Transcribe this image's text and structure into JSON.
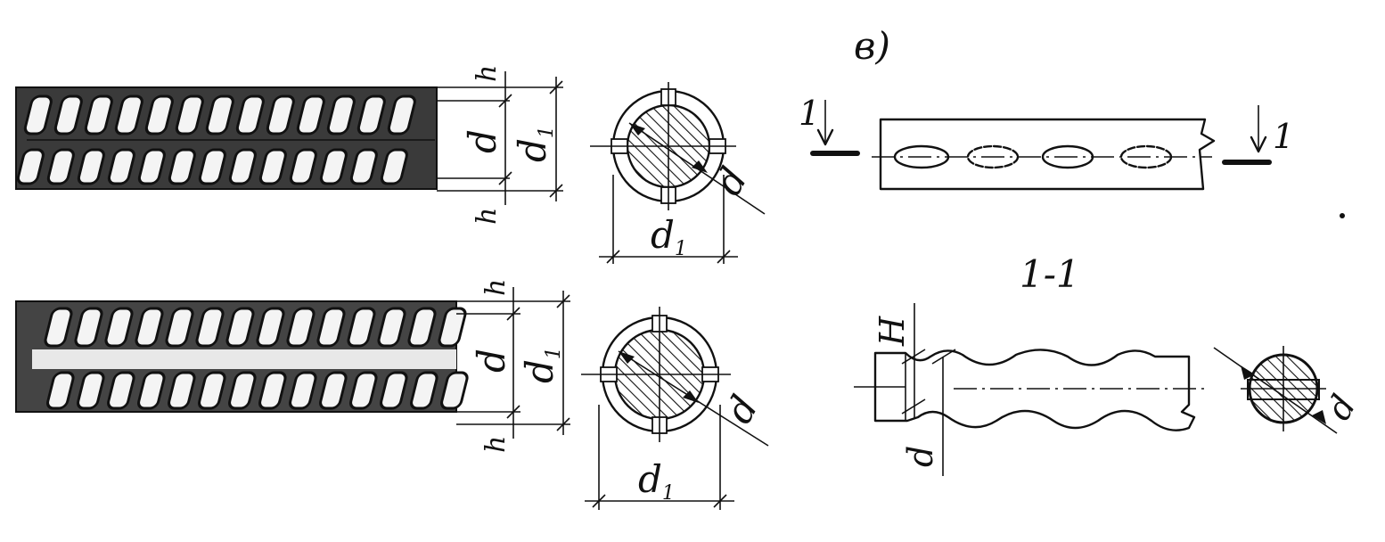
{
  "labels": {
    "h": "h",
    "d": "d",
    "d1": "d",
    "d1_subscript": "1",
    "H": "H",
    "variant": "в)",
    "section_mark": "1",
    "section_title": "1-1"
  },
  "colors": {
    "ink": "#111111",
    "bar_dark": "#2a2a2a",
    "bar_mid": "#5a5a5a",
    "paper": "#ffffff"
  }
}
